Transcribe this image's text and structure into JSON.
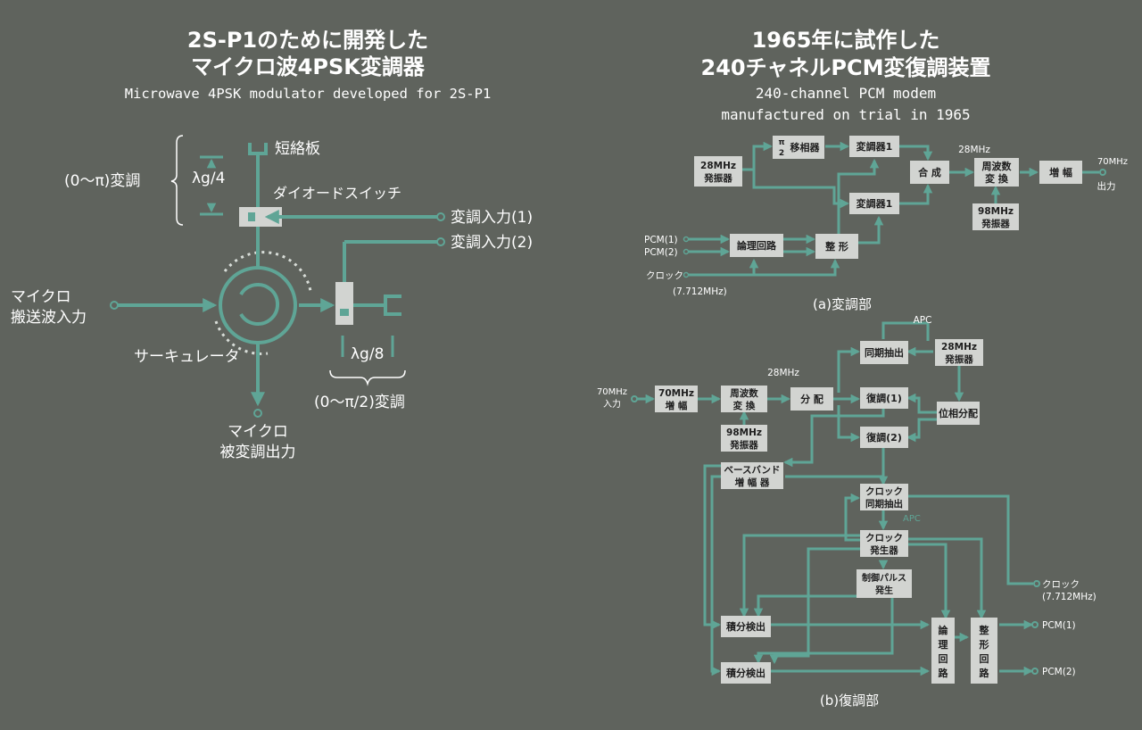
{
  "left": {
    "title_line1": "2S-P1のために開発した",
    "title_line2": "マイクロ波4PSK変調器",
    "subtitle": "Microwave 4PSK modulator developed for 2S-P1",
    "labels": {
      "short_plate": "短絡板",
      "phase_0_pi": "(0〜π)変調",
      "lambda_g4": "λg/4",
      "diode_switch": "ダイオードスイッチ",
      "mod_input1": "変調入力(1)",
      "mod_input2": "変調入力(2)",
      "micro_carrier_l1": "マイクロ",
      "micro_carrier_l2": "搬送波入力",
      "circulator": "サーキュレータ",
      "lambda_g8": "λg/8",
      "phase_0_pi2": "(0〜π/2)変調",
      "micro_out_l1": "マイクロ",
      "micro_out_l2": "被変調出力"
    }
  },
  "right": {
    "title_line1": "1965年に試作した",
    "title_line2": "240チャネルPCM変復調装置",
    "subtitle_line1": "240-channel PCM modem",
    "subtitle_line2": "manufactured on trial in 1965",
    "mod": {
      "caption": "(a)変調部",
      "osc28": [
        "28MHz",
        "発振器"
      ],
      "pi2_shifter": "π/2移相器",
      "pi2_num": "π",
      "pi2_den": "2",
      "pi2_text": "移相器",
      "modulator1a": "変調器1",
      "modulator1b": "変調器1",
      "combine": "合 成",
      "freq_conv": [
        "周波数",
        "変 換"
      ],
      "amp": "増 幅",
      "osc98": [
        "98MHz",
        "発振器"
      ],
      "logic": "論理回路",
      "shaping": "整 形",
      "pcm1": "PCM(1)",
      "pcm2": "PCM(2)",
      "clock": "クロック",
      "clock_freq": "(7.712MHz)",
      "freq28": "28MHz",
      "out70": "70MHz",
      "output": "出力"
    },
    "demod": {
      "caption": "(b)復調部",
      "apc_top": "APC",
      "sync_extract": "同期抽出",
      "osc28": [
        "28MHz",
        "発振器"
      ],
      "in70": [
        "70MHz",
        "入力"
      ],
      "amp70": [
        "70MHz",
        "増 幅"
      ],
      "freq_conv": [
        "周波数",
        "変 換"
      ],
      "freq28": "28MHz",
      "distribute": "分 配",
      "demod1": "復調(1)",
      "demod2": "復調(2)",
      "phase_dist": "位相分配",
      "osc98": [
        "98MHz",
        "発振器"
      ],
      "baseband_amp": [
        "ベースバンド",
        "増 幅 器"
      ],
      "clock_sync": [
        "クロック",
        "同期抽出"
      ],
      "apc_mid": "APC",
      "clock_gen": [
        "クロック",
        "発生器"
      ],
      "ctrl_pulse": [
        "制御パルス",
        "発生"
      ],
      "integrate1": "積分検出",
      "integrate2": "積分検出",
      "logic_v": [
        "論",
        "理",
        "回",
        "路"
      ],
      "shaping_v": [
        "整",
        "形",
        "回",
        "路"
      ],
      "clock_out": "クロック",
      "clock_out_freq": "(7.712MHz)",
      "pcm1": "PCM(1)",
      "pcm2": "PCM(2)"
    }
  },
  "colors": {
    "background": "#5f635d",
    "wire": "#5fa596",
    "box": "#d2d4d1",
    "text": "#ffffff"
  }
}
